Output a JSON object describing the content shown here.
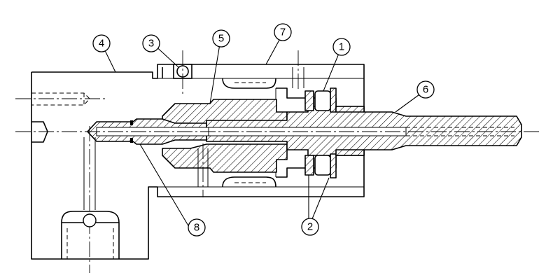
{
  "labels": [
    {
      "id": "part-1",
      "text": "1"
    },
    {
      "id": "part-2",
      "text": "2"
    },
    {
      "id": "part-3",
      "text": "3"
    },
    {
      "id": "part-4",
      "text": "4"
    },
    {
      "id": "part-5",
      "text": "5"
    },
    {
      "id": "part-6",
      "text": "6"
    },
    {
      "id": "part-7",
      "text": "7"
    },
    {
      "id": "part-8",
      "text": "8"
    }
  ]
}
